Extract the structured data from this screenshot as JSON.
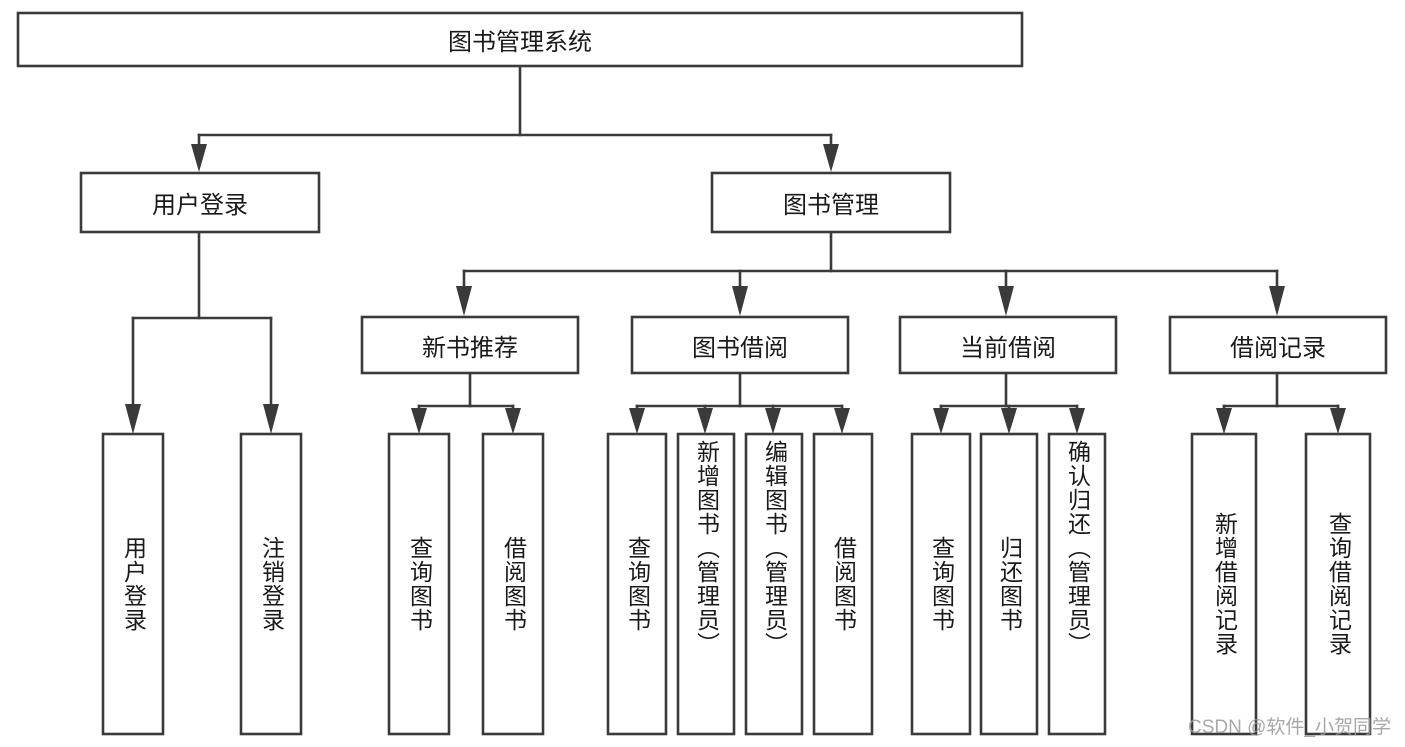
{
  "diagram": {
    "type": "tree",
    "title_node": {
      "label": "图书管理系统"
    },
    "level2": [
      {
        "id": "user-login",
        "label": "用户登录"
      },
      {
        "id": "book-manage",
        "label": "图书管理"
      }
    ],
    "level3": [
      {
        "id": "new-book-rec",
        "label": "新书推荐",
        "parent": "book-manage"
      },
      {
        "id": "book-borrow",
        "label": "图书借阅",
        "parent": "book-manage"
      },
      {
        "id": "current-borrow",
        "label": "当前借阅",
        "parent": "book-manage"
      },
      {
        "id": "borrow-record",
        "label": "借阅记录",
        "parent": "book-manage"
      }
    ],
    "leaves": [
      {
        "id": "leaf-user-login",
        "label": "用户登录",
        "parent": "user-login"
      },
      {
        "id": "leaf-logout-login",
        "label": "注销登录",
        "parent": "user-login"
      },
      {
        "id": "leaf-query-book-1",
        "label": "查询图书",
        "parent": "new-book-rec"
      },
      {
        "id": "leaf-borrow-book-1",
        "label": "借阅图书",
        "parent": "new-book-rec"
      },
      {
        "id": "leaf-query-book-2",
        "label": "查询图书",
        "parent": "book-borrow"
      },
      {
        "id": "leaf-add-book",
        "label": "新增图书（管理员）",
        "parent": "book-borrow"
      },
      {
        "id": "leaf-edit-book",
        "label": "编辑图书（管理员）",
        "parent": "book-borrow"
      },
      {
        "id": "leaf-borrow-book-2",
        "label": "借阅图书",
        "parent": "book-borrow"
      },
      {
        "id": "leaf-query-book-3",
        "label": "查询图书",
        "parent": "current-borrow"
      },
      {
        "id": "leaf-return-book",
        "label": "归还图书",
        "parent": "current-borrow"
      },
      {
        "id": "leaf-confirm-return",
        "label": "确认归还（管理员）",
        "parent": "current-borrow"
      },
      {
        "id": "leaf-add-record",
        "label": "新增借阅记录",
        "parent": "borrow-record"
      },
      {
        "id": "leaf-query-record",
        "label": "查询借阅记录",
        "parent": "borrow-record"
      }
    ],
    "watermark": "CSDN @软件_小贺同学",
    "colors": {
      "stroke": "#3a3a3a",
      "fill": "#ffffff",
      "text": "#1a1a1a",
      "watermark": "#9a9a9a",
      "background": "#ffffff"
    }
  }
}
